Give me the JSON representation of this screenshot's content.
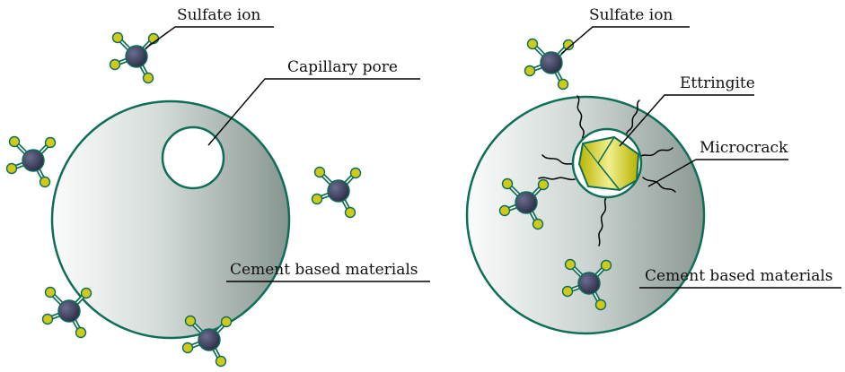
{
  "labels": {
    "left_sulfate": "Sulfate ion",
    "left_pore": "Capillary pore",
    "left_cement": "Cement based materials",
    "right_sulfate": "Sulfate ion",
    "right_ettringite": "Ettringite",
    "right_microcrack": "Microcrack",
    "right_cement": "Cement based materials"
  },
  "colors": {
    "outline": "#0e6e58",
    "matrix_light": "#f7faf9",
    "matrix_dark": "#8c9a95",
    "ion_center": "#3a3c5c",
    "ion_bond": "#0e6e58",
    "ion_atom": "#c9c419",
    "ettringite": "#c8c400",
    "ettringite_light": "#eeeb7a"
  },
  "icons": [
    "sulfate-ion-icon",
    "ettringite-crystal-icon",
    "microcrack-icon"
  ]
}
